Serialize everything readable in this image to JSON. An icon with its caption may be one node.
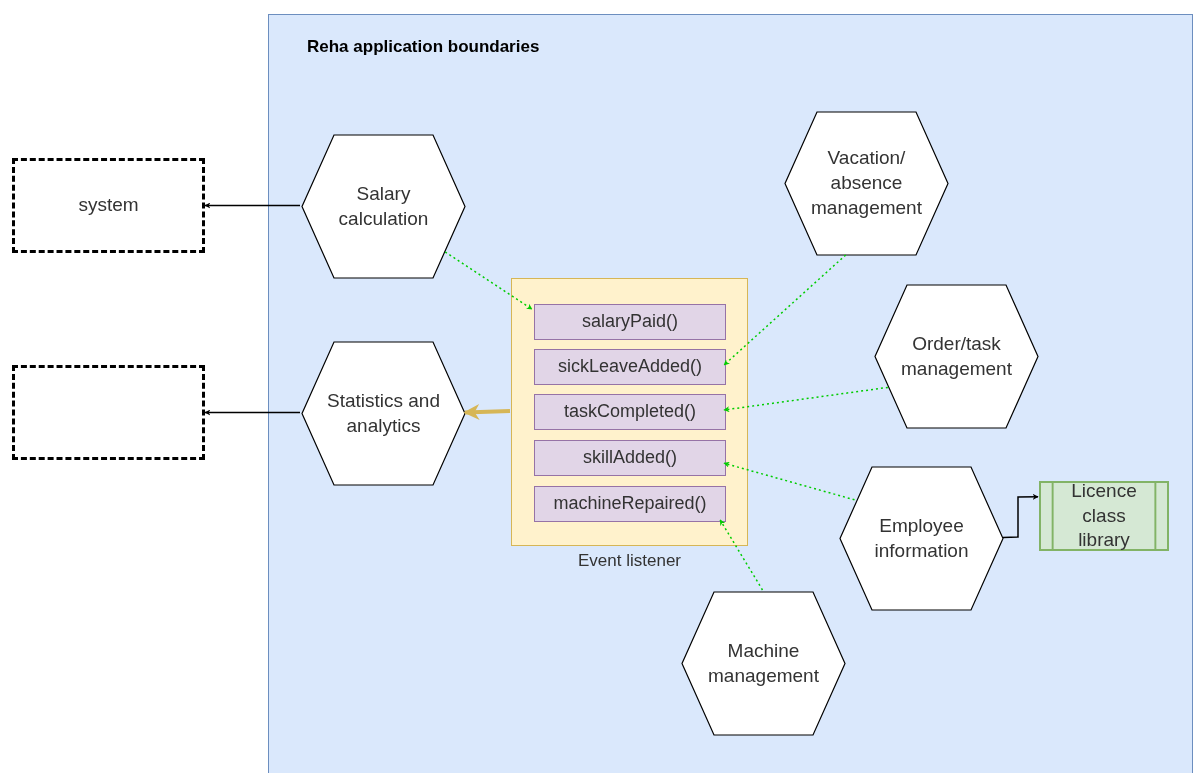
{
  "diagram": {
    "nodes": [
      {
        "text": [
          "Reha application boundaries"
        ]
      },
      {
        "text": [
          "system"
        ]
      },
      {
        "text": [],
        "shape": "box"
      },
      {
        "text": [
          "Salary calculation"
        ],
        "in": 0
      },
      {
        "text": [
          "Statistics and analytics"
        ],
        "in": 0
      },
      {
        "text": [
          "Vacation/ absence management"
        ],
        "in": 0
      },
      {
        "text": [
          "Order/task management"
        ],
        "in": 0
      },
      {
        "text": [
          "Employee information"
        ],
        "in": 0
      },
      {
        "text": [
          "Machine management"
        ],
        "in": 0
      },
      {
        "text": [
          "Event listener"
        ],
        "in": 0
      },
      {
        "text": [
          "salaryPaid()"
        ],
        "in": 9
      },
      {
        "text": [
          "sickLeaveAdded()"
        ],
        "in": 9
      },
      {
        "text": [
          "taskCompleted()"
        ],
        "in": 9
      },
      {
        "text": [
          "skillAdded()"
        ],
        "in": 9
      },
      {
        "text": [
          "machineRepaired()"
        ],
        "in": 9
      },
      {
        "text": [
          "Licence class library"
        ],
        "in": 0
      }
    ],
    "edges": [
      {
        "from": 3,
        "to": 1,
        "arrow": "to",
        "color": "#000000"
      },
      {
        "from": 4,
        "to": 2,
        "arrow": "to",
        "color": "#000000"
      },
      {
        "from": 3,
        "to": 10,
        "arrow": "to",
        "style": "dashed"
      },
      {
        "from": 5,
        "to": 11,
        "arrow": "to",
        "style": "dashed"
      },
      {
        "from": 6,
        "to": 12,
        "arrow": "to",
        "style": "dashed"
      },
      {
        "from": 7,
        "to": 13,
        "arrow": "to",
        "style": "dashed"
      },
      {
        "from": 8,
        "to": 14,
        "arrow": "to",
        "style": "dashed"
      },
      {
        "from": 9,
        "to": 4,
        "arrow": "to",
        "style": "thick",
        "color": "#d6b656"
      },
      {
        "from": 7,
        "to": 15,
        "arrow": "to",
        "color": "#000000"
      }
    ]
  }
}
